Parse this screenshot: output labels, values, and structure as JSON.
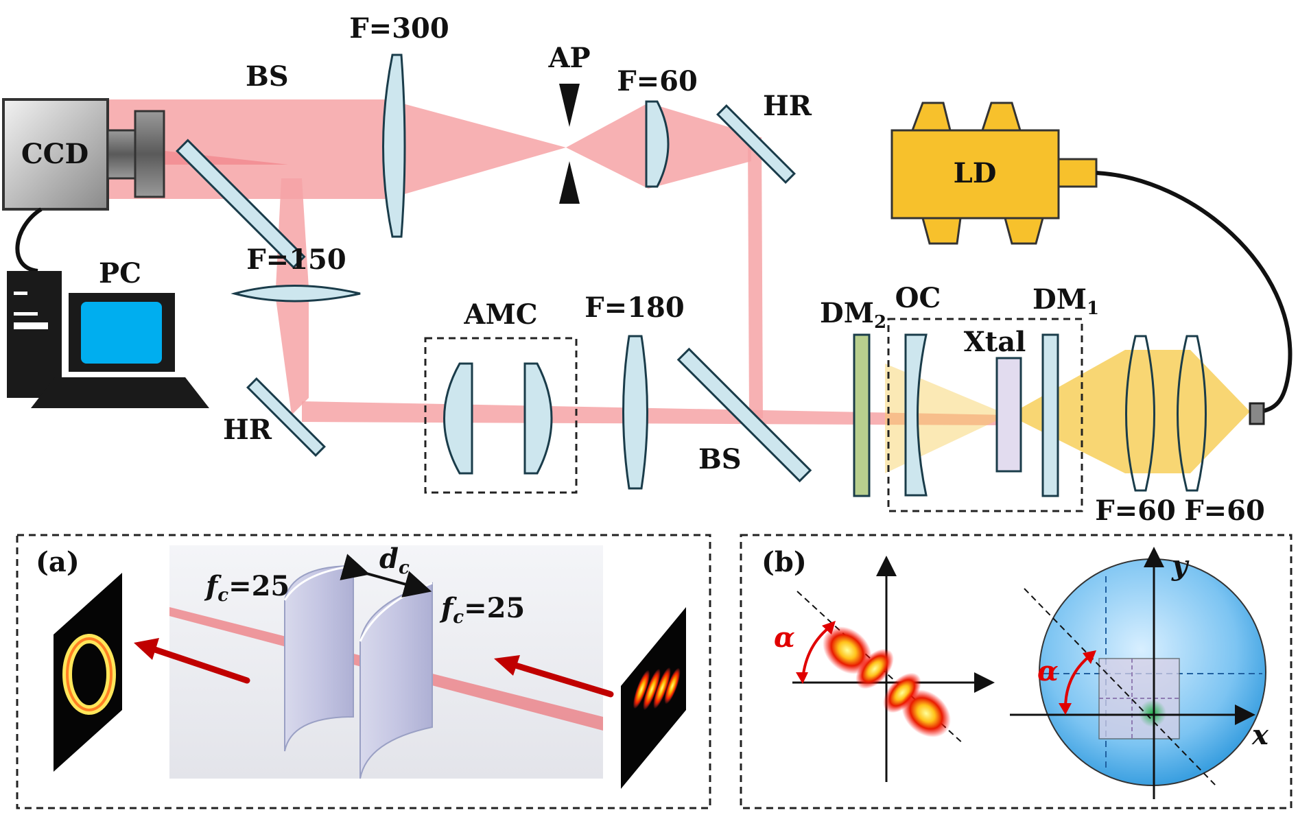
{
  "labels": {
    "ccd": "CCD",
    "pc": "PC",
    "bs_top": "BS",
    "f300": "F=300",
    "ap": "AP",
    "f60_top": "F=60",
    "hr_top": "HR",
    "ld": "LD",
    "f150": "F=150",
    "amc": "AMC",
    "f180": "F=180",
    "dm2_main": "DM",
    "dm2_sub": "2",
    "oc": "OC",
    "dm1_main": "DM",
    "dm1_sub": "1",
    "xtal": "Xtal",
    "hr_bottom": "HR",
    "bs_bottom": "BS",
    "f60_left": "F=60",
    "f60_right": "F=60"
  },
  "panel_a": {
    "tag": "(a)",
    "f_left": "f",
    "f_left_sub": "c",
    "f_left_val": "=25",
    "d": "d",
    "d_sub": "c",
    "f_right": "f",
    "f_right_sub": "c",
    "f_right_val": "=25"
  },
  "panel_b": {
    "tag": "(b)",
    "alpha_left": "α",
    "alpha_right": "α",
    "axis_y": "y",
    "axis_x": "x"
  },
  "colors": {
    "beam": "#f6a3a6",
    "pump": "#f7cf5b",
    "optic_fill": "#cde6ee",
    "optic_stroke": "#1a3c4a",
    "ld_fill": "#f7c12c",
    "screen": "#00aeef",
    "arrow": "#c00000",
    "angle": "#e00000"
  }
}
